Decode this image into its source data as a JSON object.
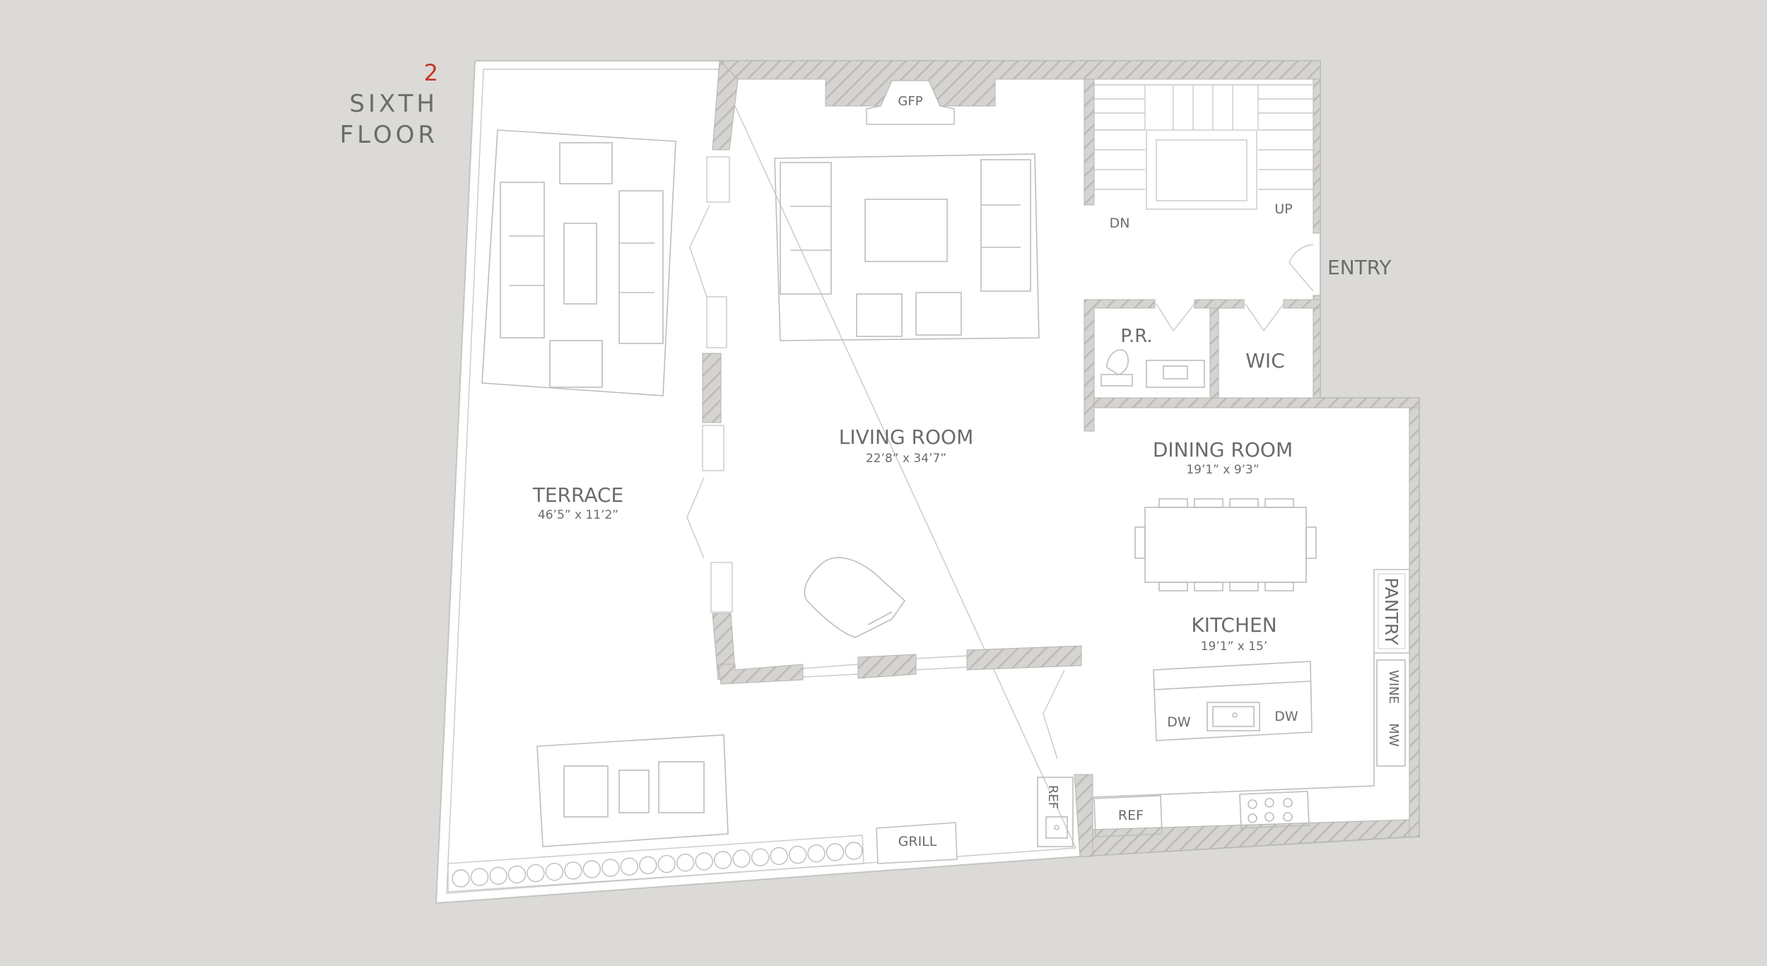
{
  "floor": {
    "number": "2",
    "name_line1": "SIXTH",
    "name_line2": "FLOOR",
    "accent_color": "#c0392b"
  },
  "rooms": {
    "terrace": {
      "name": "TERRACE",
      "dims": "46’5” x 11’2”"
    },
    "living": {
      "name": "LIVING ROOM",
      "dims": "22’8” x 34’7”"
    },
    "dining": {
      "name": "DINING ROOM",
      "dims": "19’1” x 9’3”"
    },
    "kitchen": {
      "name": "KITCHEN",
      "dims": "19’1” x 15’"
    },
    "powder": {
      "name": "P.R."
    },
    "wic": {
      "name": "WIC"
    },
    "entry": {
      "name": "ENTRY"
    },
    "pantry": {
      "name": "PANTRY"
    }
  },
  "fixtures": {
    "gfp": "GFP",
    "stair_down": "DN",
    "stair_up": "UP",
    "grill": "GRILL",
    "terrace_ref": "REF",
    "kitchen_ref": "REF",
    "dw_left": "DW",
    "dw_right": "DW",
    "wine": "WINE",
    "mw": "MW"
  },
  "colors": {
    "background": "#dcdad6",
    "floor": "#ffffff",
    "wall_hatch": "#c8c6c2",
    "line": "#bdbdbd",
    "label": "#6b6b6b"
  }
}
